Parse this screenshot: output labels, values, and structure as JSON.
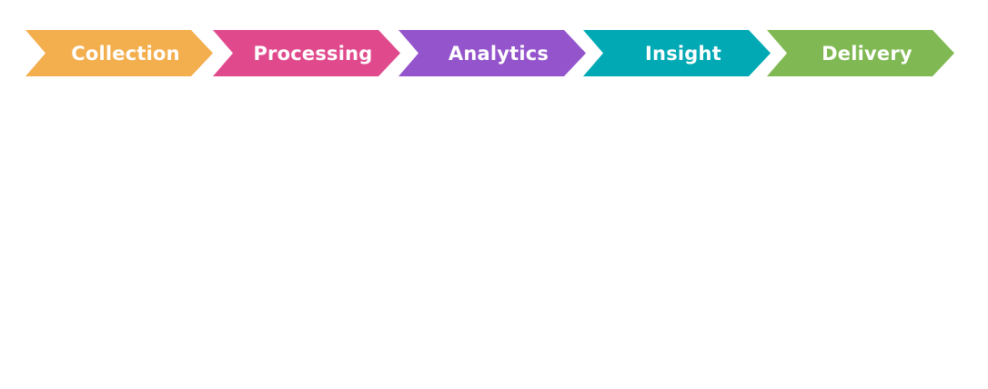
{
  "steps": [
    {
      "label": "Collection",
      "color": "#f3ae4e"
    },
    {
      "label": "Processing",
      "color": "#e04a8d"
    },
    {
      "label": "Analytics",
      "color": "#9455cc"
    },
    {
      "label": "Insight",
      "color": "#00a9b4"
    },
    {
      "label": "Delivery",
      "color": "#80b953"
    }
  ]
}
